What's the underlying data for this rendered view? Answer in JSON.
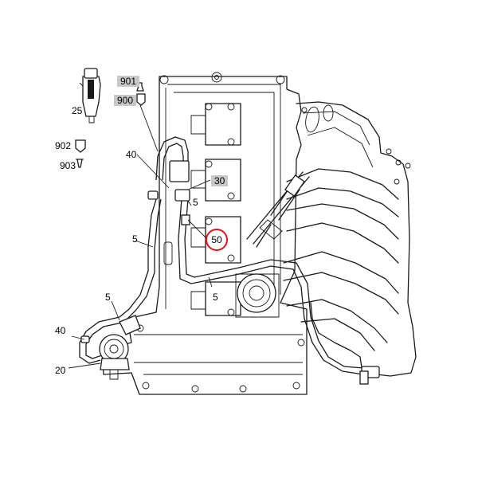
{
  "callouts": {
    "c901": "901",
    "c900": "900",
    "c25": "25",
    "c902": "902",
    "c903": "903",
    "c40_top": "40",
    "c30": "30",
    "c5_upper": "5",
    "c5_left": "5",
    "c50": "50",
    "c5_center": "5",
    "c5_lower_left": "5",
    "c40_left": "40",
    "c20": "20"
  },
  "colors": {
    "line": "#1a1a1a",
    "callout_box": "#c8c8c8",
    "highlight_circle": "#e1141e"
  },
  "highlighted_callout": "50"
}
